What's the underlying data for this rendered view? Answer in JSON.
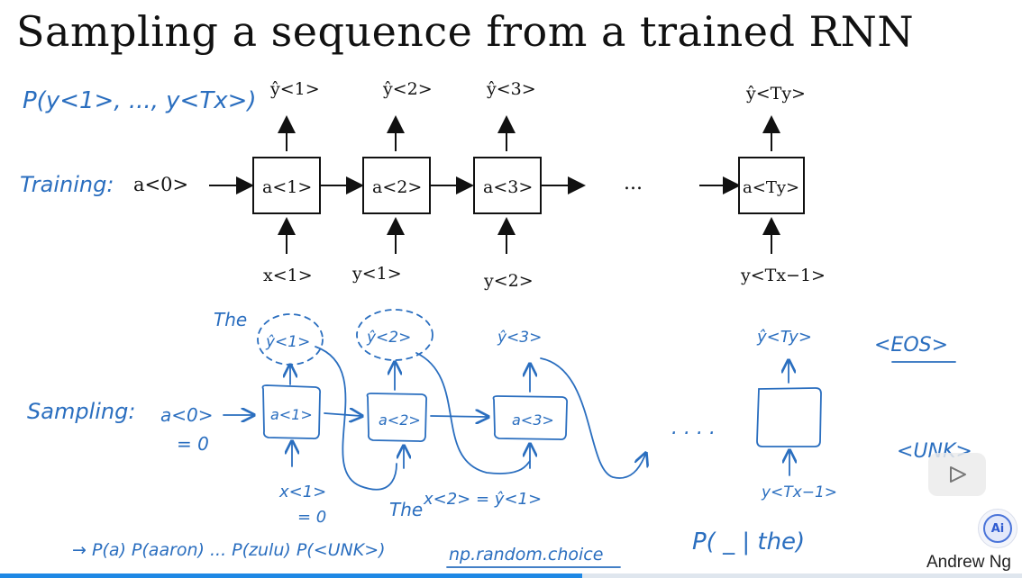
{
  "slide": {
    "title": "Sampling a sequence from a trained RNN",
    "author": "Andrew Ng"
  },
  "training": {
    "probability_note": "P(y<1>, ..., y<Tx>)",
    "label": "Training:",
    "initial_activation": "a<0>",
    "ellipsis": "...",
    "cells": [
      {
        "output": "ŷ<1>",
        "state": "a<1>",
        "input": "x<1>"
      },
      {
        "output": "ŷ<2>",
        "state": "a<2>",
        "input": "y<1>"
      },
      {
        "output": "ŷ<3>",
        "state": "a<3>",
        "input": "y<2>"
      },
      {
        "output": "ŷ<Ty>",
        "state": "a<Ty>",
        "input": "y<Tx−1>"
      }
    ]
  },
  "sampling": {
    "label": "Sampling:",
    "initial_activation": "a<0>",
    "initial_value": "= 0",
    "first_input": "x<1>",
    "first_input_value": "= 0",
    "first_word": "The",
    "second_word": "The",
    "second_input": "x<2> = ŷ<1>",
    "ellipsis": ". . . .",
    "cells": [
      {
        "output": "ŷ<1>",
        "state": "a<1>"
      },
      {
        "output": "ŷ<2>",
        "state": "a<2>"
      },
      {
        "output": "ŷ<3>",
        "state": "a<3>"
      },
      {
        "output": "ŷ<Ty>",
        "state": ""
      }
    ],
    "last_input": "y<Tx−1>",
    "eos_token": "<EOS>",
    "unk_token": "<UNK>",
    "distribution": "→ P(a) P(aaron) ... P(zulu) P(<UNK>)",
    "numpy_call": "np.random.choice",
    "conditional": "P( _ | the)"
  },
  "player": {
    "play_icon": "play-triangle-icon",
    "ai_badge": "Ai",
    "progress": 0.57,
    "colors": {
      "progress": "#1e88e5",
      "ink": "#2a6ebf"
    }
  }
}
